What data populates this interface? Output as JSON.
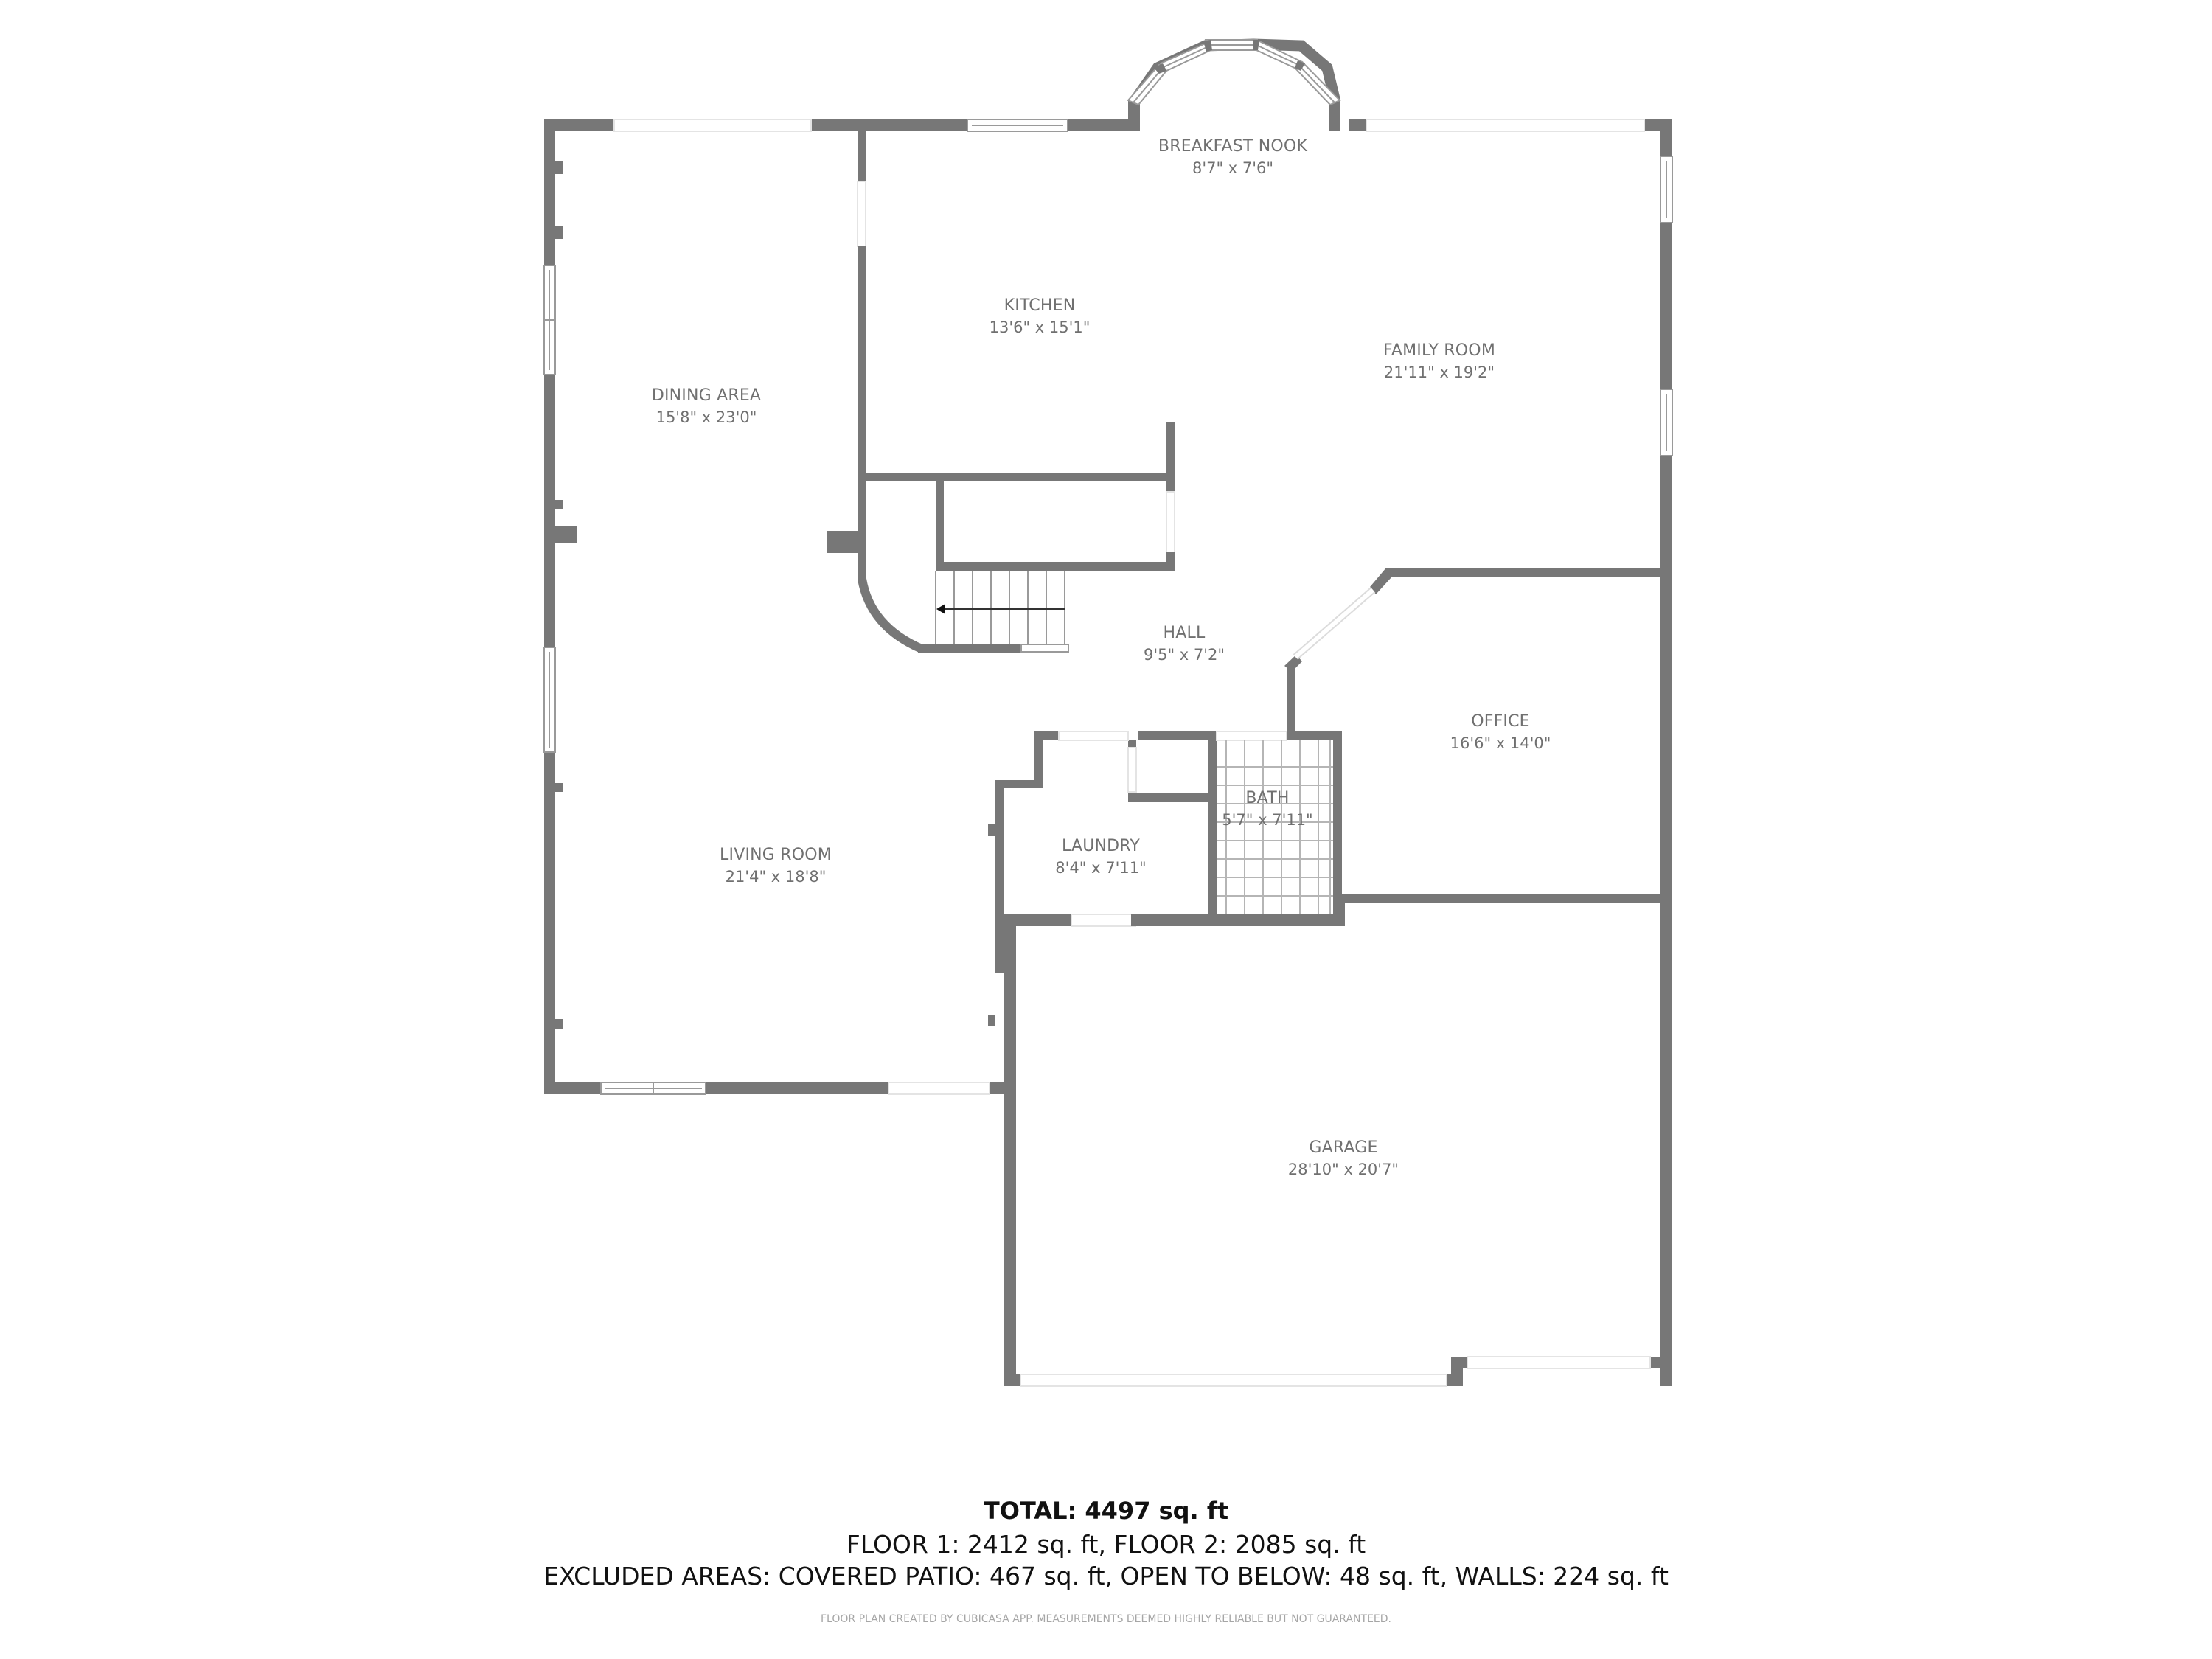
{
  "floor_plan": {
    "colors": {
      "wall": "#777777",
      "label": "#707070",
      "background": "#ffffff"
    },
    "rooms": [
      {
        "id": "breakfast_nook",
        "name": "BREAKFAST NOOK",
        "dims": "8'7\" x 7'6\""
      },
      {
        "id": "kitchen",
        "name": "KITCHEN",
        "dims": "13'6\" x 15'1\""
      },
      {
        "id": "family_room",
        "name": "FAMILY ROOM",
        "dims": "21'11\" x 19'2\""
      },
      {
        "id": "dining_area",
        "name": "DINING AREA",
        "dims": "15'8\" x 23'0\""
      },
      {
        "id": "hall",
        "name": "HALL",
        "dims": "9'5\" x 7'2\""
      },
      {
        "id": "office",
        "name": "OFFICE",
        "dims": "16'6\" x 14'0\""
      },
      {
        "id": "bath",
        "name": "BATH",
        "dims": "5'7\" x 7'11\""
      },
      {
        "id": "laundry",
        "name": "LAUNDRY",
        "dims": "8'4\" x 7'11\""
      },
      {
        "id": "living_room",
        "name": "LIVING ROOM",
        "dims": "21'4\" x 18'8\""
      },
      {
        "id": "garage",
        "name": "GARAGE",
        "dims": "28'10\" x 20'7\""
      }
    ]
  },
  "summary": {
    "total": "TOTAL: 4497 sq. ft",
    "floors": "FLOOR 1: 2412 sq. ft, FLOOR 2: 2085 sq. ft",
    "excluded": "EXCLUDED AREAS: COVERED PATIO: 467 sq. ft, OPEN TO BELOW: 48 sq. ft, WALLS: 224 sq. ft",
    "disclaimer": "FLOOR PLAN CREATED BY CUBICASA APP. MEASUREMENTS DEEMED HIGHLY RELIABLE BUT NOT GUARANTEED."
  }
}
